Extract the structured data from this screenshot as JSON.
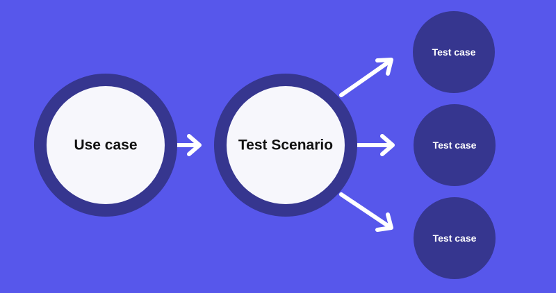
{
  "colors": {
    "background": "#5757EB",
    "ring": "#36368F",
    "node_fill": "#F7F7FC",
    "small_node_fill": "#36368F",
    "arrow": "#FFFFFF",
    "label_dark": "#111111",
    "label_light": "#FFFFFF"
  },
  "diagram": {
    "nodes": [
      {
        "id": "use-case",
        "label": "Use case"
      },
      {
        "id": "test-scenario",
        "label": "Test Scenario"
      },
      {
        "id": "test-case-1",
        "label": "Test case"
      },
      {
        "id": "test-case-2",
        "label": "Test case"
      },
      {
        "id": "test-case-3",
        "label": "Test case"
      }
    ],
    "edges": [
      {
        "from": "use-case",
        "to": "test-scenario"
      },
      {
        "from": "test-scenario",
        "to": "test-case-1"
      },
      {
        "from": "test-scenario",
        "to": "test-case-2"
      },
      {
        "from": "test-scenario",
        "to": "test-case-3"
      }
    ]
  }
}
